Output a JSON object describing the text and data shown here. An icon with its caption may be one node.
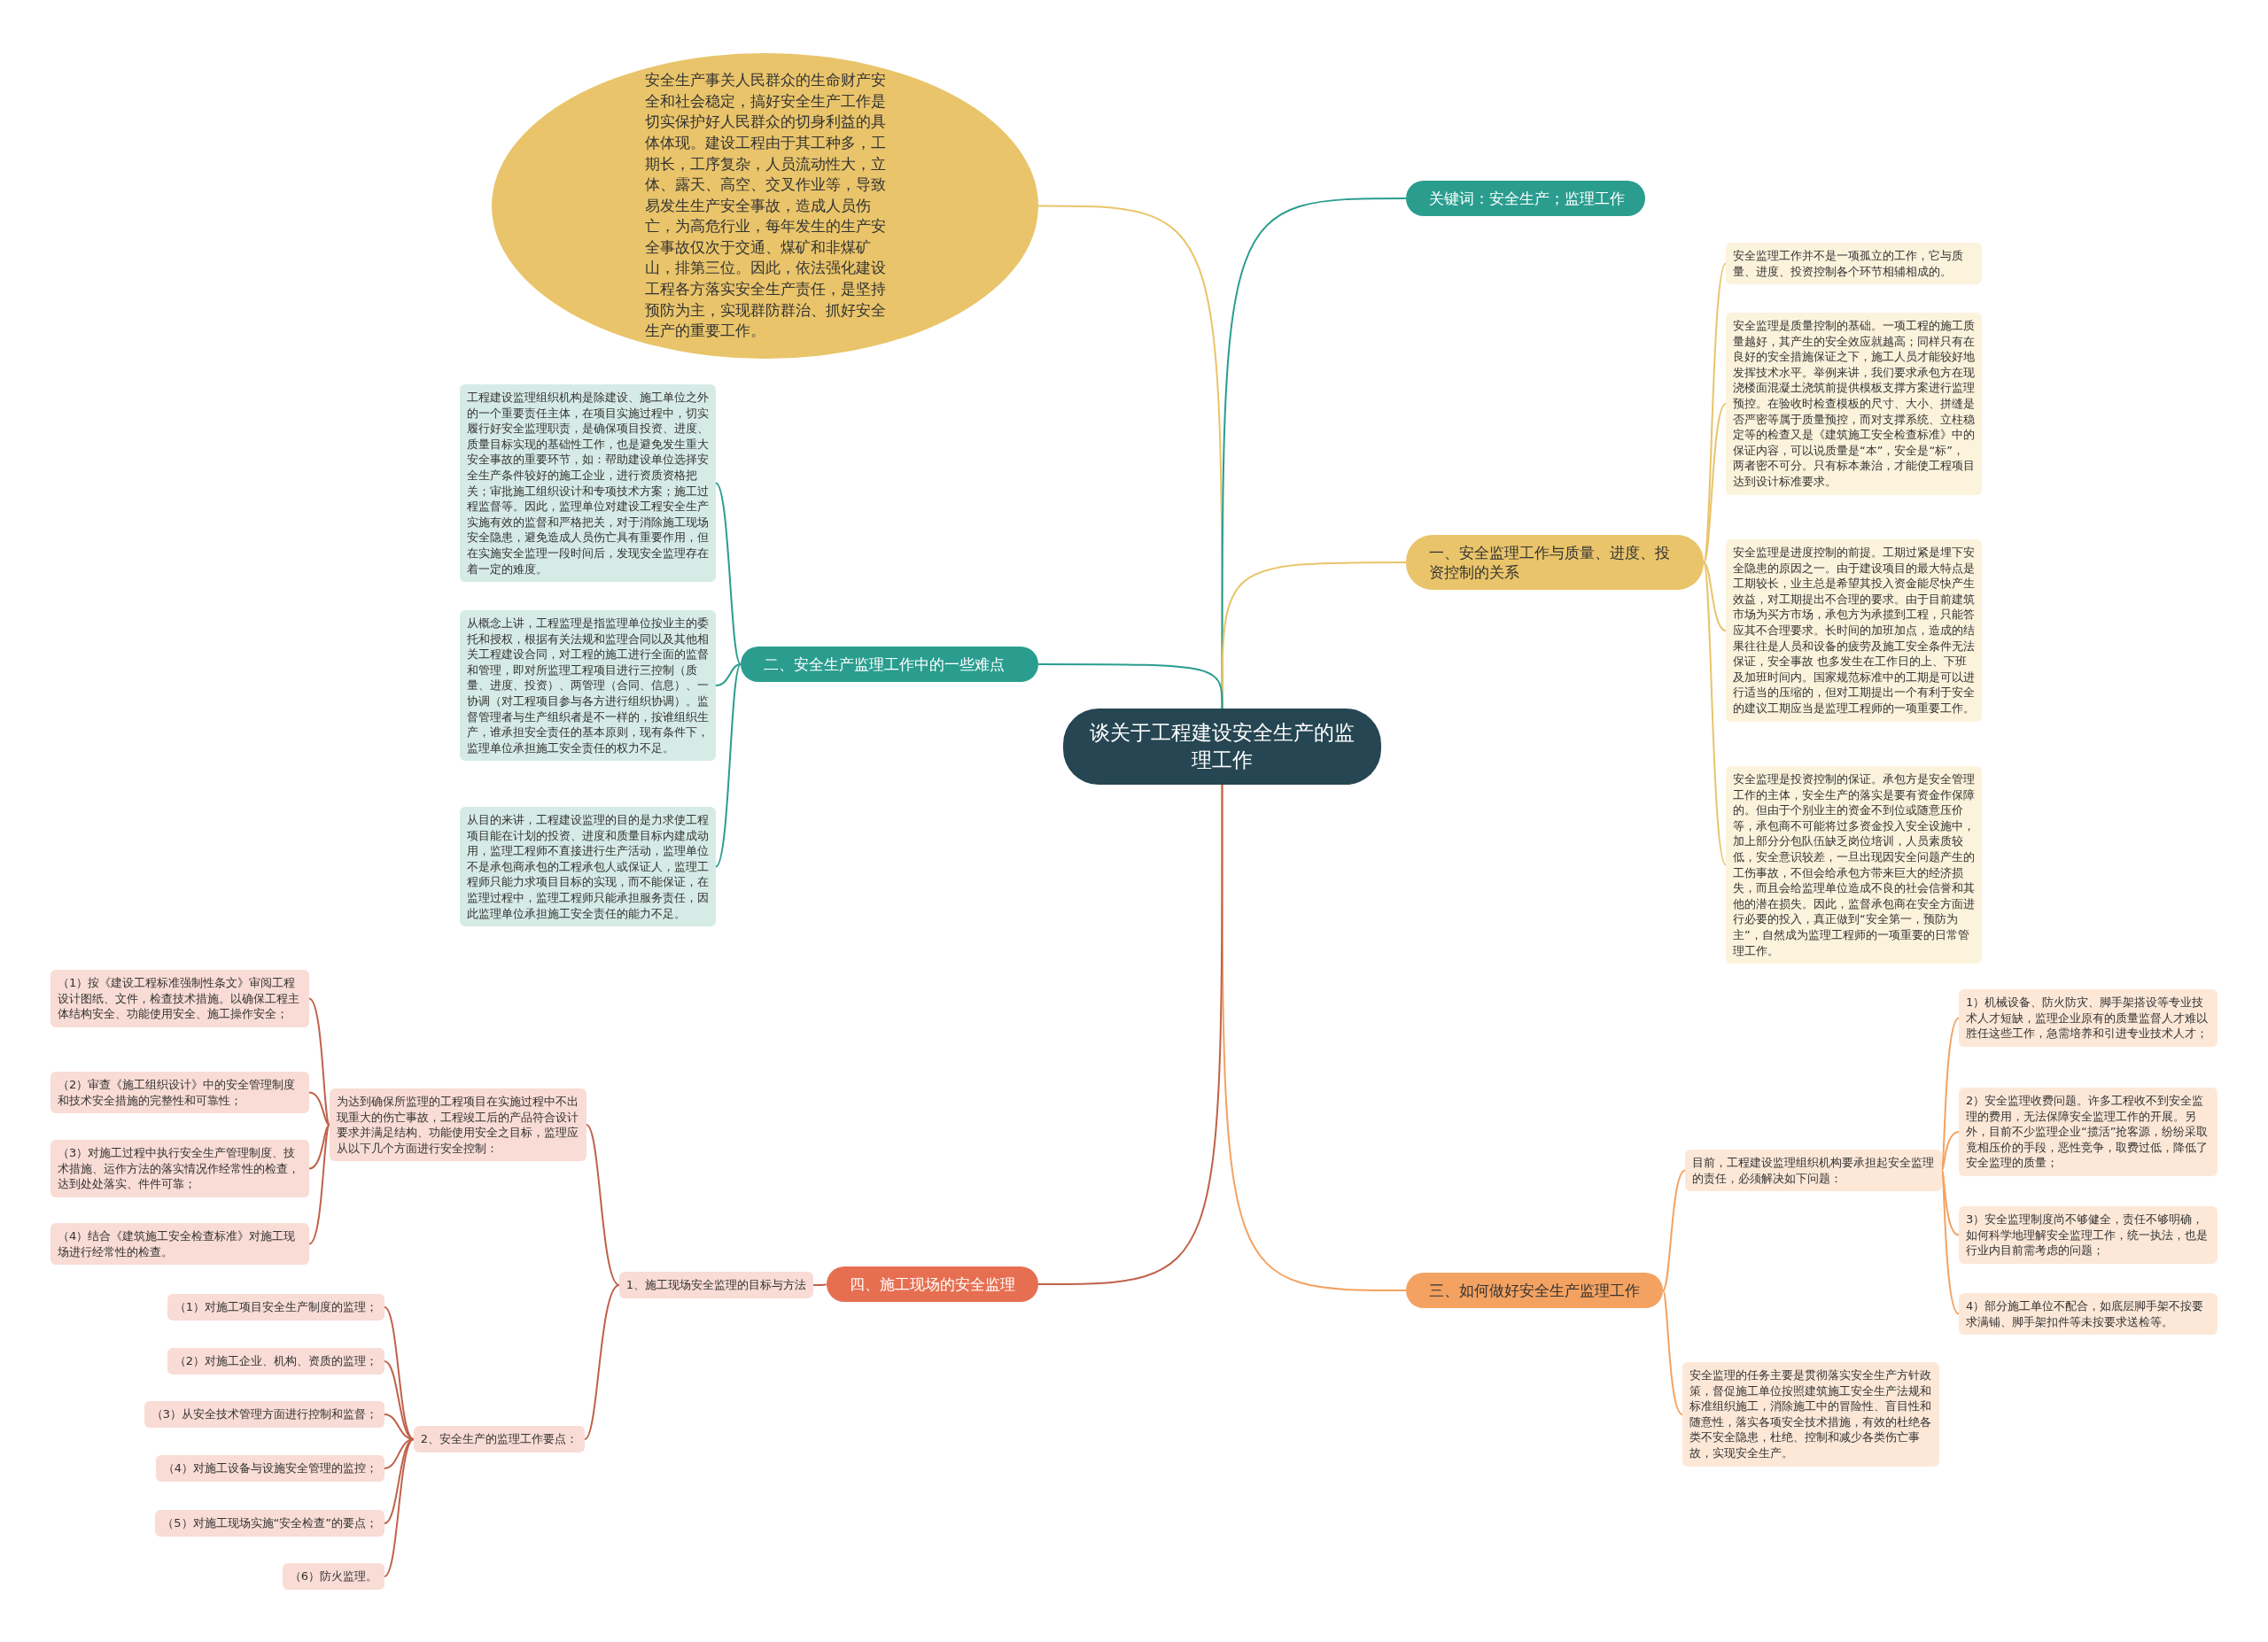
{
  "diagram": {
    "nodes": [
      {
        "text": [
          "谈关于工程建设安全生产的监理工作"
        ]
      },
      {
        "text": [
          "安全生产事关人民群众的生命财产安全和社会稳定，搞好安全生产工作是切实保护好人民群众的切身利益的具体体现。建设工程由于其工种多，工期长，工序复杂，人员流动性大，立体、露天、高空、交叉作业等，导致易发生生产安全事故，造成人员伤亡，为高危行业，每年发生的生产安全事故仅次于交通、煤矿和非煤矿山，排第三位。因此，依法强化建设工程各方落实安全生产责任，是坚持预防为主，实现群防群治、抓好安全生产的重要工作。"
        ]
      },
      {
        "text": [
          "关键词：安全生产；监理工作"
        ]
      },
      {
        "text": [
          "一、安全监理工作与质量、进度、投资控制的关系"
        ]
      },
      {
        "text": [
          "安全监理工作并不是一项孤立的工作，它与质量、进度、投资控制各个环节相辅相成的。"
        ]
      },
      {
        "text": [
          "安全监理是质量控制的基础。一项工程的施工质量越好，其产生的安全效应就越高；同样只有在良好的安全措施保证之下，施工人员才能较好地发挥技术水平。举例来讲，我们要求承包方在现浇楼面混凝土浇筑前提供模板支撑方案进行监理预控。在验收时检查模板的尺寸、大小、拼缝是否严密等属于质量预控，而对支撑系统、立柱稳定等的检查又是《建筑施工安全检查标准》中的保证内容，可以说质量是“本”，安全是“标”，两者密不可分。只有标本兼治，才能使工程项目达到设计标准要求。"
        ]
      },
      {
        "text": [
          "安全监理是进度控制的前提。工期过紧是埋下安全隐患的原因之一。由于建设项目的最大特点是工期较长，业主总是希望其投入资金能尽快产生效益，对工期提出不合理的要求。由于目前建筑市场为买方市场，承包方为承揽到工程，只能答应其不合理要求。长时间的加班加点，造成的结果往往是人员和设备的疲劳及施工安全条件无法保证，安全事故 也多发生在工作日的上、下班及加班时间内。国家规范标准中的工期是可以进行适当的压缩的，但对工期提出一个有利于安全的建议工期应当是监理工程师的一项重要工作。"
        ]
      },
      {
        "text": [
          "安全监理是投资控制的保证。承包方是安全管理工作的主体，安全生产的落实是要有资金作保障的。但由于个别业主的资金不到位或随意压价等，承包商不可能将过多资金投入安全设施中，加上部分分包队伍缺乏岗位培训，人员素质较低，安全意识较差，一旦出现因安全问题产生的工伤事故，不但会给承包方带来巨大的经济损失，而且会给监理单位造成不良的社会信誉和其他的潜在损失。因此，监督承包商在安全方面进行必要的投入，真正做到“安全第一，预防为主”，自然成为监理工程师的一项重要的日常管理工作。"
        ]
      },
      {
        "text": [
          "二、安全生产监理工作中的一些难点"
        ]
      },
      {
        "text": [
          "工程建设监理组织机构是除建设、施工单位之外的一个重要责任主体，在项目实施过程中，切实履行好安全监理职责，是确保项目投资、进度、质量目标实现的基础性工作，也是避免发生重大安全事故的重要环节，如：帮助建设单位选择安全生产条件较好的施工企业，进行资质资格把关；审批施工组织设计和专项技术方案；施工过程监督等。因此，监理单位对建设工程安全生产实施有效的监督和严格把关，对于消除施工现场安全隐患，避免造成人员伤亡具有重要作用，但在实施安全监理一段时间后，发现安全监理存在着一定的难度。"
        ]
      },
      {
        "text": [
          "从概念上讲，工程监理是指监理单位按业主的委托和授权，根据有关法规和监理合同以及其他相关工程建设合同，对工程的施工进行全面的监督和管理，即对所监理工程项目进行三控制（质量、进度、投资）、两管理（合同、信息）、一协调（对工程项目参与各方进行组织协调）。监督管理者与生产组织者是不一样的，按谁组织生产，谁承担安全责任的基本原则，现有条件下，监理单位承担施工安全责任的权力不足。"
        ]
      },
      {
        "text": [
          "从目的来讲，工程建设监理的目的是力求使工程项目能在计划的投资、进度和质量目标内建成动用，监理工程师不直接进行生产活动，监理单位不是承包商承包的工程承包人或保证人，监理工程师只能力求项目目标的实现，而不能保证，在监理过程中，监理工程师只能承担服务责任，因此监理单位承担施工安全责任的能力不足。"
        ]
      },
      {
        "text": [
          "三、如何做好安全生产监理工作"
        ]
      },
      {
        "text": [
          "目前，工程建设监理组织机构要承担起安全监理的责任，必须解决如下问题："
        ]
      },
      {
        "text": [
          "1）机械设备、防火防灾、脚手架搭设等专业技术人才短缺，监理企业原有的质量监督人才难以胜任这些工作，急需培养和引进专业技术人才；"
        ]
      },
      {
        "text": [
          "2）安全监理收费问题。许多工程收不到安全监理的费用，无法保障安全监理工作的开展。另外，目前不少监理企业“揽活”抢客源，纷纷采取竟相压价的手段，恶性竞争，取费过低，降低了安全监理的质量；"
        ]
      },
      {
        "text": [
          "3）安全监理制度尚不够健全，责任不够明确，如何科学地理解安全监理工作，统一执法，也是行业内目前需考虑的问题；"
        ]
      },
      {
        "text": [
          "4）部分施工单位不配合，如底层脚手架不按要求满铺、脚手架扣件等未按要求送检等。"
        ]
      },
      {
        "text": [
          "安全监理的任务主要是贯彻落实安全生产方针政策，督促施工单位按照建筑施工安全生产法规和标准组织施工，消除施工中的冒险性、盲目性和随意性，落实各项安全技术措施，有效的杜绝各类不安全隐患，杜绝、控制和减少各类伤亡事故，实现安全生产。"
        ]
      },
      {
        "text": [
          "四、施工现场的安全监理"
        ]
      },
      {
        "text": [
          "1、施工现场安全监理的目标与方法"
        ]
      },
      {
        "text": [
          "为达到确保所监理的工程项目在实施过程中不出现重大的伤亡事故，工程竣工后的产品符合设计要求并满足结构、功能使用安全之目标，监理应从以下几个方面进行安全控制："
        ]
      },
      {
        "text": [
          "（1）按《建设工程标准强制性条文》审阅工程设计图纸、文件，检查技术措施。以确保工程主体结构安全、功能使用安全、施工操作安全；"
        ]
      },
      {
        "text": [
          "（2）审查《施工组织设计》中的安全管理制度和技术安全措施的完整性和可靠性；"
        ]
      },
      {
        "text": [
          "（3）对施工过程中执行安全生产管理制度、技术措施、运作方法的落实情况作经常性的检查，达到处处落实、件件可靠；"
        ]
      },
      {
        "text": [
          "（4）结合《建筑施工安全检查标准》对施工现场进行经常性的检查。"
        ]
      },
      {
        "text": [
          "2、安全生产的监理工作要点："
        ]
      },
      {
        "text": [
          "（1）对施工项目安全生产制度的监理；"
        ]
      },
      {
        "text": [
          "（2）对施工企业、机构、资质的监理；"
        ]
      },
      {
        "text": [
          "（3）从安全技术管理方面进行控制和监督；"
        ]
      },
      {
        "text": [
          "（4）对施工设备与设施安全管理的监控；"
        ]
      },
      {
        "text": [
          "（5）对施工现场实施“安全检查”的要点；"
        ]
      },
      {
        "text": [
          "（6）防火监理。"
        ]
      }
    ],
    "edges": [
      {
        "from": 0,
        "to": 1,
        "arrow": "none",
        "color": "#e9c46a"
      },
      {
        "from": 0,
        "to": 2,
        "arrow": "none",
        "color": "#2a9d8f"
      },
      {
        "from": 0,
        "to": 3,
        "arrow": "none",
        "color": "#e9c46a"
      },
      {
        "from": 3,
        "to": 4,
        "arrow": "none",
        "color": "#e9c46a"
      },
      {
        "from": 3,
        "to": 5,
        "arrow": "none",
        "color": "#e9c46a"
      },
      {
        "from": 3,
        "to": 6,
        "arrow": "none",
        "color": "#e9c46a"
      },
      {
        "from": 3,
        "to": 7,
        "arrow": "none",
        "color": "#e9c46a"
      },
      {
        "from": 0,
        "to": 8,
        "arrow": "none",
        "color": "#2a9d8f"
      },
      {
        "from": 8,
        "to": 9,
        "arrow": "none",
        "color": "#2a9d8f"
      },
      {
        "from": 8,
        "to": 10,
        "arrow": "none",
        "color": "#2a9d8f"
      },
      {
        "from": 8,
        "to": 11,
        "arrow": "none",
        "color": "#2a9d8f"
      },
      {
        "from": 0,
        "to": 12,
        "arrow": "none",
        "color": "#f4a261"
      },
      {
        "from": 12,
        "to": 13,
        "arrow": "none",
        "color": "#f4a261"
      },
      {
        "from": 13,
        "to": 14,
        "arrow": "none",
        "color": "#f4a261"
      },
      {
        "from": 13,
        "to": 15,
        "arrow": "none",
        "color": "#f4a261"
      },
      {
        "from": 13,
        "to": 16,
        "arrow": "none",
        "color": "#f4a261"
      },
      {
        "from": 13,
        "to": 17,
        "arrow": "none",
        "color": "#f4a261"
      },
      {
        "from": 12,
        "to": 18,
        "arrow": "none",
        "color": "#f4a261"
      },
      {
        "from": 0,
        "to": 19,
        "arrow": "none"
      },
      {
        "from": 19,
        "to": 20,
        "arrow": "none"
      },
      {
        "from": 20,
        "to": 21,
        "arrow": "none"
      },
      {
        "from": 21,
        "to": 22,
        "arrow": "none"
      },
      {
        "from": 21,
        "to": 23,
        "arrow": "none"
      },
      {
        "from": 21,
        "to": 24,
        "arrow": "none"
      },
      {
        "from": 21,
        "to": 25,
        "arrow": "none"
      },
      {
        "from": 20,
        "to": 26,
        "arrow": "none"
      },
      {
        "from": 26,
        "to": 27,
        "arrow": "none"
      },
      {
        "from": 26,
        "to": 28,
        "arrow": "none"
      },
      {
        "from": 26,
        "to": 29,
        "arrow": "none"
      },
      {
        "from": 26,
        "to": 30,
        "arrow": "none"
      },
      {
        "from": 26,
        "to": 31,
        "arrow": "none"
      },
      {
        "from": 26,
        "to": 32,
        "arrow": "none"
      }
    ]
  }
}
